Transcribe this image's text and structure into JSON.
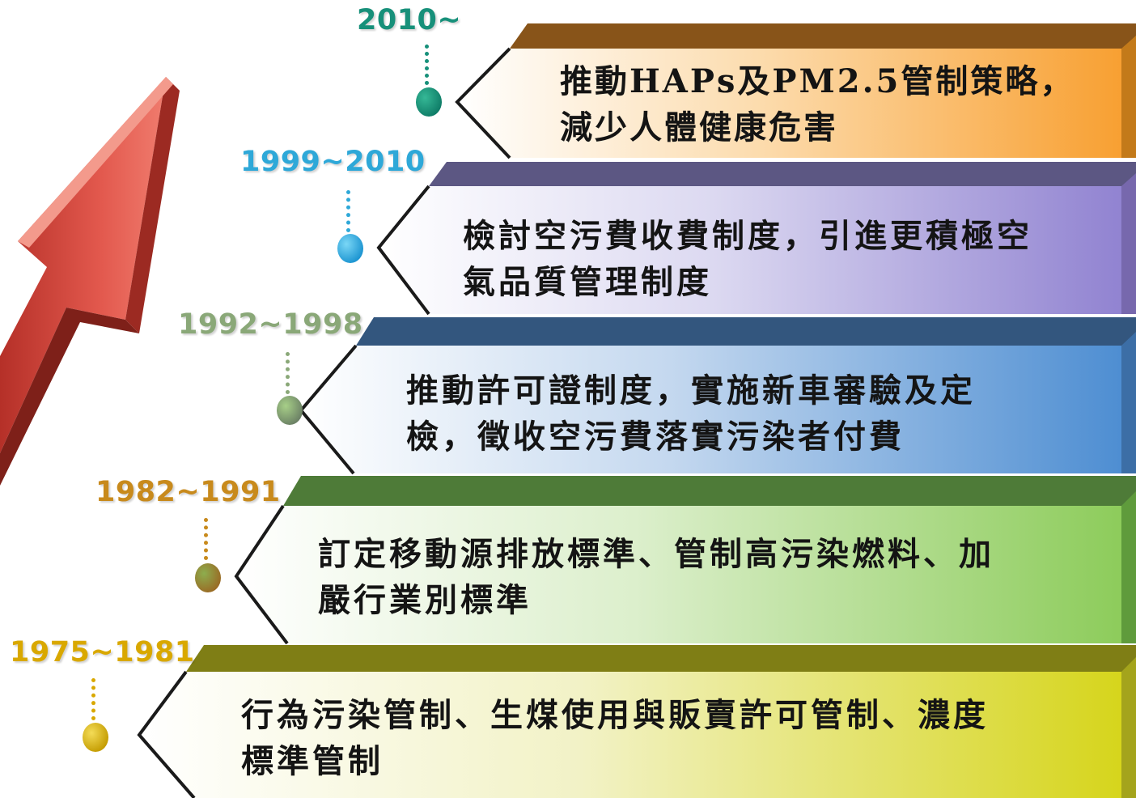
{
  "timeline": [
    {
      "period": "1975~1981",
      "color": "#d9a800",
      "lines": [
        "行為污染管制、生煤使用與販賣許可管制、濃度",
        "標準管制"
      ]
    },
    {
      "period": "1982~1991",
      "color": "#c88a1c",
      "lines": [
        "訂定移動源排放標準、管制高污染燃料、加",
        "嚴行業別標準"
      ]
    },
    {
      "period": "1992~1998",
      "color": "#8aa878",
      "lines": [
        "推動許可證制度，實施新車審驗及定",
        "檢，徵收空污費落實污染者付費"
      ]
    },
    {
      "period": "1999~2010",
      "color": "#2ea8d8",
      "lines": [
        "檢討空污費收費制度，引進更積極空",
        "氣品質管理制度"
      ]
    },
    {
      "period": "2010~",
      "color": "#17907a",
      "lines": [
        "推動HAPs及PM2.5管制策略，",
        "減少人體健康危害"
      ]
    }
  ]
}
